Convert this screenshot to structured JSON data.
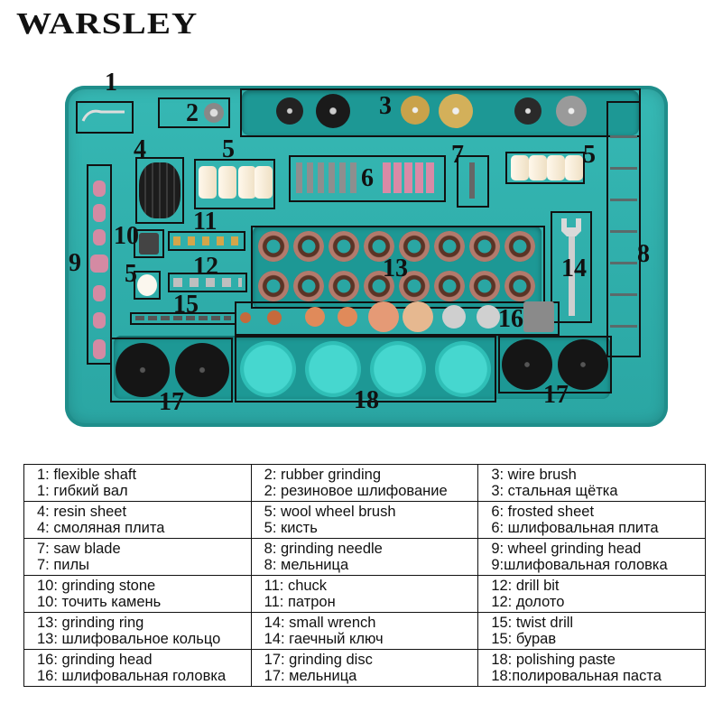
{
  "brand": "WARSLEY",
  "callouts": [
    "1",
    "2",
    "3",
    "4",
    "5",
    "5",
    "5",
    "6",
    "7",
    "8",
    "9",
    "10",
    "11",
    "12",
    "13",
    "14",
    "15",
    "16",
    "17",
    "17",
    "18"
  ],
  "legend": [
    [
      {
        "en": "1: flexible shaft",
        "ru": "1: гибкий вал"
      },
      {
        "en": "2: rubber grinding",
        "ru": "2: резиновое шлифование"
      },
      {
        "en": "3: wire brush",
        "ru": "3: стальная щётка"
      }
    ],
    [
      {
        "en": "4: resin sheet",
        "ru": "4: смоляная плита"
      },
      {
        "en": "5: wool wheel brush",
        "ru": "5: кисть"
      },
      {
        "en": "6: frosted sheet",
        "ru": "6: шлифовальная плита"
      }
    ],
    [
      {
        "en": "7: saw blade",
        "ru": "7: пилы"
      },
      {
        "en": "8: grinding needle",
        "ru": "8: мельница"
      },
      {
        "en": "9: wheel grinding head",
        "ru": "9:шлифовальная головка"
      }
    ],
    [
      {
        "en": "10: grinding stone",
        "ru": "10: точить камень"
      },
      {
        "en": "11: chuck",
        "ru": "11: патрон"
      },
      {
        "en": "12: drill bit",
        "ru": "12: долото"
      }
    ],
    [
      {
        "en": "13: grinding ring",
        "ru": "13: шлифовальное кольцо"
      },
      {
        "en": "14: small wrench",
        "ru": "14: гаечный ключ"
      },
      {
        "en": "15: twist drill",
        "ru": "15: бурав"
      }
    ],
    [
      {
        "en": "16: grinding head",
        "ru": "16: шлифовальная головка"
      },
      {
        "en": "17: grinding disc",
        "ru": "17: мельница"
      },
      {
        "en": "18: polishing paste",
        "ru": "18:полировальная паста"
      }
    ]
  ],
  "colors": {
    "tray": "#2eb3b0",
    "border": "#111111",
    "teal_paste": "#46d7cf",
    "copper": "#b27a6c"
  }
}
